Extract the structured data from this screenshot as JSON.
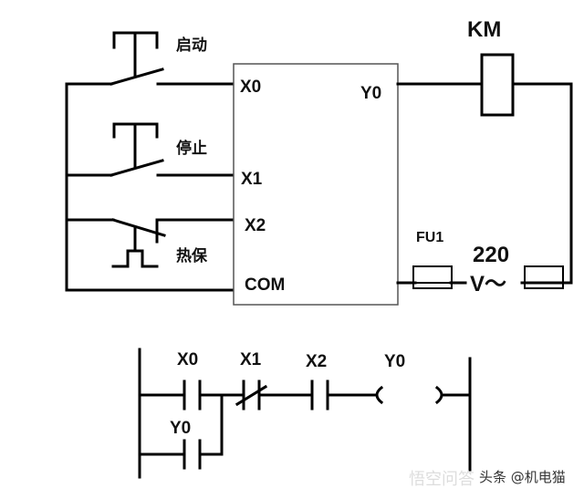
{
  "wiring": {
    "start_button_label": "启动",
    "stop_button_label": "停止",
    "thermal_relay_label": "热保",
    "plc": {
      "inputs": [
        "X0",
        "X1",
        "X2"
      ],
      "common": "COM",
      "output": "Y0"
    },
    "contactor_label": "KM",
    "fuse_label": "FU1",
    "supply_voltage": "220",
    "supply_unit": "V～"
  },
  "ladder": {
    "rung": [
      {
        "type": "NO-contact",
        "label": "X0"
      },
      {
        "type": "NC-contact",
        "label": "X1"
      },
      {
        "type": "NO-contact",
        "label": "X2"
      },
      {
        "type": "coil",
        "label": "Y0"
      }
    ],
    "parallel_branch": {
      "type": "NO-contact",
      "label": "Y0"
    }
  },
  "watermark": {
    "faint": "悟空问答",
    "text": "头条 @机电猫"
  }
}
